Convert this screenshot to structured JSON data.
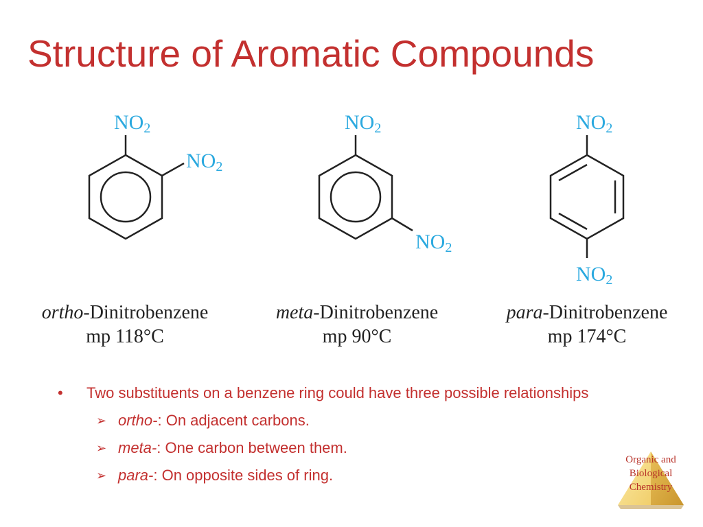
{
  "slide": {
    "title": "Structure of Aromatic Compounds"
  },
  "structures": [
    {
      "group_main": "NO",
      "group_sub": "2",
      "prefix": "ortho",
      "name_rest": "-Dinitrobenzene",
      "mp": "mp 118°C"
    },
    {
      "group_main": "NO",
      "group_sub": "2",
      "prefix": "meta",
      "name_rest": "-Dinitrobenzene",
      "mp": "mp 90°C"
    },
    {
      "group_main": "NO",
      "group_sub": "2",
      "prefix": "para",
      "name_rest": "-Dinitrobenzene",
      "mp": "mp 174°C"
    }
  ],
  "bullets": {
    "main_symbol": "•",
    "main_text": "Two substituents on a benzene ring could have three possible relationships",
    "sub_symbol": "➢",
    "items": [
      {
        "term": "ortho-",
        "text": ":  On adjacent carbons."
      },
      {
        "term": "meta-",
        "text": ":  One carbon between them."
      },
      {
        "term": "para-",
        "text": ":  On opposite sides of ring."
      }
    ]
  },
  "logo": {
    "line1": "Organic and",
    "line2": "Biological",
    "line3": "Chemistry",
    "colors": {
      "light": "#f6dd8a",
      "dark": "#d9a83c"
    }
  }
}
